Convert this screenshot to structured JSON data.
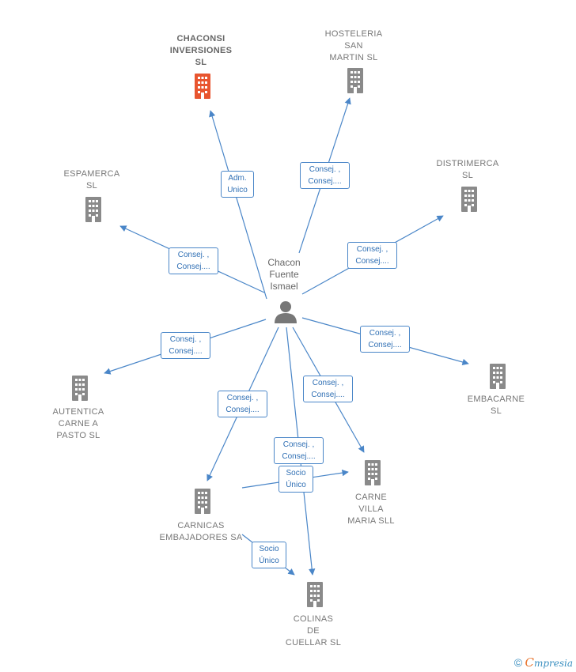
{
  "colors": {
    "edge": "#4a86c8",
    "building": "#8a8a8a",
    "building_main": "#e8552f",
    "person": "#777777"
  },
  "person": {
    "lines": [
      "Chacon",
      "Fuente",
      "Ismael"
    ]
  },
  "nodes": [
    {
      "id": "chaconsi",
      "lines": [
        "CHACONSI",
        "INVERSIONES",
        "SL"
      ],
      "main": true
    },
    {
      "id": "hosteleria",
      "lines": [
        "HOSTELERIA",
        "SAN",
        "MARTIN SL"
      ]
    },
    {
      "id": "distrimerca",
      "lines": [
        "DISTRIMERCA",
        "SL"
      ]
    },
    {
      "id": "espamerca",
      "lines": [
        "ESPAMERCA",
        "SL"
      ]
    },
    {
      "id": "embacarne",
      "lines": [
        "EMBACARNE",
        "SL"
      ]
    },
    {
      "id": "autentica",
      "lines": [
        "AUTENTICA",
        "CARNE A",
        "PASTO SL"
      ]
    },
    {
      "id": "carne_villa",
      "lines": [
        "CARNE",
        "VILLA",
        "MARIA SLL"
      ]
    },
    {
      "id": "carnicas",
      "lines": [
        "CARNICAS",
        "EMBAJADORES SA"
      ]
    },
    {
      "id": "colinas",
      "lines": [
        "COLINAS",
        "DE",
        "CUELLAR SL"
      ]
    }
  ],
  "edges": [
    {
      "id": "e_chaconsi",
      "lines": [
        "Adm.",
        "Unico"
      ]
    },
    {
      "id": "e_hosteleria",
      "lines": [
        "Consej. ,",
        "Consej...."
      ]
    },
    {
      "id": "e_distrimerca",
      "lines": [
        "Consej. ,",
        "Consej...."
      ]
    },
    {
      "id": "e_espamerca",
      "lines": [
        "Consej. ,",
        "Consej...."
      ]
    },
    {
      "id": "e_embacarne",
      "lines": [
        "Consej. ,",
        "Consej...."
      ]
    },
    {
      "id": "e_autentica",
      "lines": [
        "Consej. ,",
        "Consej...."
      ]
    },
    {
      "id": "e_carne_villa",
      "lines": [
        "Consej. ,",
        "Consej...."
      ]
    },
    {
      "id": "e_carnicas",
      "lines": [
        "Consej. ,",
        "Consej...."
      ]
    },
    {
      "id": "e_colinas",
      "lines": [
        "Consej. ,",
        "Consej...."
      ]
    },
    {
      "id": "e_socio1",
      "lines": [
        "Socio",
        "Único"
      ]
    },
    {
      "id": "e_socio2",
      "lines": [
        "Socio",
        "Único"
      ]
    }
  ],
  "footer": {
    "copyright": "©",
    "brand_initial": "C",
    "brand_rest": "mpresia"
  }
}
